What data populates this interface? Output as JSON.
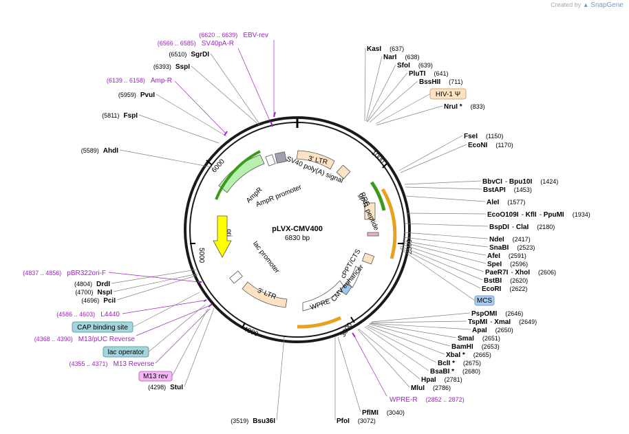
{
  "credit": {
    "prefix": "Created by",
    "brand": "SnapGene"
  },
  "plasmid": {
    "name": "pLVX-CMV400",
    "length": "6830 bp"
  },
  "colors": {
    "primer": "#a020c8",
    "line": "#7f7f7f",
    "dark": "#000000"
  },
  "ticks": [
    "1000",
    "2000",
    "3000",
    "4000",
    "5000",
    "6000"
  ],
  "right_labels": [
    {
      "items": [
        {
          "name": "KasI"
        }
      ],
      "pos": "(637)"
    },
    {
      "items": [
        {
          "name": "NarI"
        }
      ],
      "pos": "(638)"
    },
    {
      "items": [
        {
          "name": "SfoI"
        }
      ],
      "pos": "(639)"
    },
    {
      "items": [
        {
          "name": "PluTI"
        }
      ],
      "pos": "(641)"
    },
    {
      "items": [
        {
          "name": "BssHII"
        }
      ],
      "pos": "(711)"
    },
    {
      "items": [
        {
          "name": "NruI *"
        }
      ],
      "pos": "(833)"
    },
    {
      "items": [
        {
          "name": "FseI"
        }
      ],
      "pos": "(1150)"
    },
    {
      "items": [
        {
          "name": "EcoNI"
        }
      ],
      "pos": "(1170)"
    },
    {
      "items": [
        {
          "name": "BbvCI"
        },
        {
          "name": "Bpu10I"
        }
      ],
      "pos": "(1424)"
    },
    {
      "items": [
        {
          "name": "BstAPI"
        }
      ],
      "pos": "(1453)"
    },
    {
      "items": [
        {
          "name": "AleI"
        }
      ],
      "pos": "(1577)"
    },
    {
      "items": [
        {
          "name": "EcoO109I"
        },
        {
          "name": "KflI"
        },
        {
          "name": "PpuMI"
        }
      ],
      "pos": "(1934)"
    },
    {
      "items": [
        {
          "name": "BspDI"
        },
        {
          "name": "ClaI"
        }
      ],
      "pos": "(2180)"
    },
    {
      "items": [
        {
          "name": "NdeI"
        }
      ],
      "pos": "(2417)"
    },
    {
      "items": [
        {
          "name": "SnaBI"
        }
      ],
      "pos": "(2523)"
    },
    {
      "items": [
        {
          "name": "AfeI"
        }
      ],
      "pos": "(2591)"
    },
    {
      "items": [
        {
          "name": "SpeI"
        }
      ],
      "pos": "(2596)"
    },
    {
      "items": [
        {
          "name": "PaeR7I"
        },
        {
          "name": "XhoI"
        }
      ],
      "pos": "(2606)"
    },
    {
      "items": [
        {
          "name": "BstBI"
        }
      ],
      "pos": "(2620)"
    },
    {
      "items": [
        {
          "name": "EcoRI"
        }
      ],
      "pos": "(2622)"
    },
    {
      "items": [
        {
          "name": "PspOMI"
        }
      ],
      "pos": "(2646)"
    },
    {
      "items": [
        {
          "name": "TspMI"
        },
        {
          "name": "XmaI"
        }
      ],
      "pos": "(2649)"
    },
    {
      "items": [
        {
          "name": "ApaI"
        }
      ],
      "pos": "(2650)"
    },
    {
      "items": [
        {
          "name": "SmaI"
        }
      ],
      "pos": "(2651)"
    },
    {
      "items": [
        {
          "name": "BamHI"
        }
      ],
      "pos": "(2653)"
    },
    {
      "items": [
        {
          "name": "XbaI *"
        }
      ],
      "pos": "(2665)"
    },
    {
      "items": [
        {
          "name": "BclI *"
        }
      ],
      "pos": "(2675)"
    },
    {
      "items": [
        {
          "name": "BsaBI *"
        }
      ],
      "pos": "(2680)"
    },
    {
      "items": [
        {
          "name": "HpaI"
        }
      ],
      "pos": "(2781)"
    },
    {
      "items": [
        {
          "name": "MluI"
        }
      ],
      "pos": "(2786)"
    },
    {
      "items": [
        {
          "name": "PflMI"
        }
      ],
      "pos": "(3040)"
    },
    {
      "items": [
        {
          "name": "PfoI"
        }
      ],
      "pos": "(3072)"
    }
  ],
  "left_labels": [
    {
      "pos": "(6510)",
      "name": "SgrDI"
    },
    {
      "pos": "(6393)",
      "name": "SspI"
    },
    {
      "pos": "(5959)",
      "name": "PvuI"
    },
    {
      "pos": "(5811)",
      "name": "FspI"
    },
    {
      "pos": "(5589)",
      "name": "AhdI"
    },
    {
      "pos": "(4804)",
      "name": "DrdI"
    },
    {
      "pos": "(4700)",
      "name": "NspI"
    },
    {
      "pos": "(4696)",
      "name": "PciI"
    },
    {
      "pos": "(4298)",
      "name": "StuI"
    },
    {
      "pos": "(3519)",
      "name": "Bsu36I"
    }
  ],
  "primers": [
    {
      "pos": "(6620 .. 6639)",
      "name": "EBV-rev"
    },
    {
      "pos": "(6566 .. 6585)",
      "name": "SV40pA-R"
    },
    {
      "pos": "(6139 .. 6158)",
      "name": "Amp-R"
    },
    {
      "pos": "(4837 .. 4856)",
      "name": "pBR322ori-F"
    },
    {
      "pos": "(4586 .. 4603)",
      "name": "L4440"
    },
    {
      "pos": "(4368 .. 4390)",
      "name": "M13/pUC Reverse"
    },
    {
      "pos": "(4355 .. 4371)",
      "name": "M13 Reverse"
    },
    {
      "pos": "(2852 .. 2872)",
      "name": "WPRE-R"
    }
  ],
  "boxes": [
    {
      "text": "HIV-1 Ψ",
      "fill": "#fde2c4",
      "stroke": "#c89050"
    },
    {
      "text": "MCS",
      "fill": "#a8ccf0",
      "stroke": "#5a8ac0"
    },
    {
      "text": "CAP binding site",
      "fill": "#a4d4dc",
      "stroke": "#4a8a98"
    },
    {
      "text": "lac operator",
      "fill": "#a4d4dc",
      "stroke": "#4a8a98"
    },
    {
      "text": "M13 rev",
      "fill": "#f4b8f4",
      "stroke": "#b050b0"
    }
  ],
  "features": [
    {
      "text": "3' LTR"
    },
    {
      "text": "SV40 poly(A) signal"
    },
    {
      "text": "RRE"
    },
    {
      "text": "gp41 peptide"
    },
    {
      "text": "AmpR"
    },
    {
      "text": "AmpR promoter"
    },
    {
      "text": "ori"
    },
    {
      "text": "lac promoter"
    },
    {
      "text": "3' LTR"
    },
    {
      "text": "WPRE"
    },
    {
      "text": "CMV enhancer"
    },
    {
      "text": "cPPT/CTS"
    }
  ]
}
